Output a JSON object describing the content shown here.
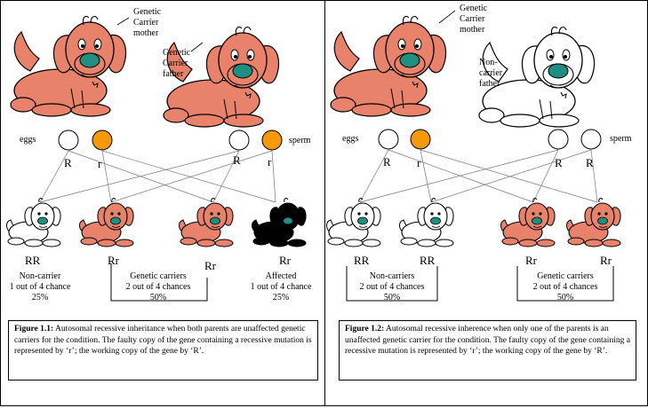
{
  "left": {
    "mother_label": [
      "Genetic",
      "Carrier",
      "mother"
    ],
    "father_label": [
      "Genetic",
      "Carrier",
      "father"
    ],
    "eggs_label": "eggs",
    "sperm_label": "sperm",
    "egg_alleles": [
      "R",
      "r"
    ],
    "sperm_alleles": [
      "R",
      "r"
    ],
    "offspring_genotypes": [
      "RR",
      "Rr",
      "Rr",
      "Rr"
    ],
    "group1": [
      "Non-carrier",
      "1 out of 4 chance",
      "25%"
    ],
    "group2": [
      "Genetic carriers",
      "2 out of 4 chances",
      "50%"
    ],
    "group3": [
      "Affected",
      "1 out of 4 chance",
      "25%"
    ],
    "caption_label": "Figure 1.1:",
    "caption_text": " Autosomal recessive inheritance when both parents are unaffected genetic carriers for the condition. The faulty copy of the gene containing a recessive mutation is represented by ‘r’; the working copy of the gene by ‘R’."
  },
  "right": {
    "mother_label": [
      "Genetic",
      "Carrier",
      "mother"
    ],
    "father_label": [
      "Non-",
      "carrier",
      "father"
    ],
    "eggs_label": "eggs",
    "sperm_label": "sperm",
    "egg_alleles": [
      "R",
      "r"
    ],
    "sperm_alleles": [
      "R",
      "R"
    ],
    "offspring_genotypes": [
      "RR",
      "RR",
      "Rr",
      "Rr"
    ],
    "group1": [
      "Non-carriers",
      "2 out of 4 chances",
      "50%"
    ],
    "group2": [
      "Genetic carriers",
      "2 out of 4 chances",
      "50%"
    ],
    "caption_label": "Figure 1.2:",
    "caption_text": " Autosomal recessive inherence when only one of the parents is an unaffected genetic carrier for the condition. The faulty copy of the gene containing a recessive mutation is represented by ‘r’; the working copy of the gene by ‘R’."
  },
  "colors": {
    "carrier_dog": "#e8826a",
    "noncarrier_dog": "#ffffff",
    "affected_dog": "#000000",
    "nose": "#1f8f82",
    "recessive_allele": "#f59a06",
    "dominant_allele": "#ffffff"
  }
}
